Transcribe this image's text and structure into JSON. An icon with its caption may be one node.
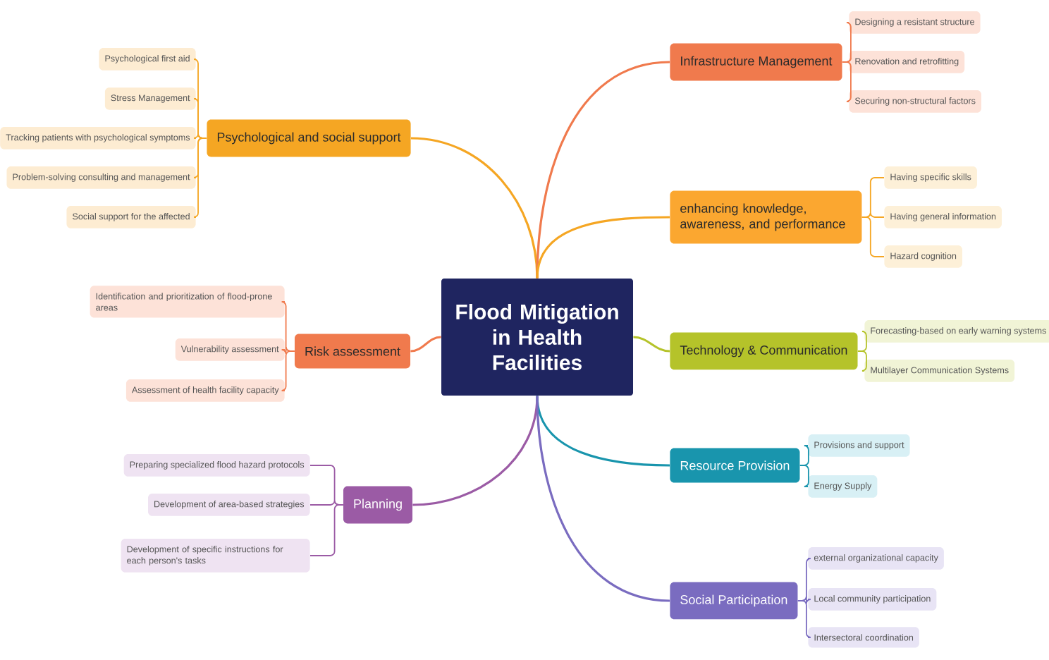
{
  "diagram": {
    "nodes": [
      {
        "text": [
          "Flood Mitigation in Health Facilities"
        ]
      },
      {
        "text": [
          "Psychological and social support"
        ]
      },
      {
        "text": [
          "Psychological first aid"
        ]
      },
      {
        "text": [
          "Stress Management"
        ]
      },
      {
        "text": [
          "Tracking patients with psychological symptoms"
        ]
      },
      {
        "text": [
          "Problem-solving consulting and management"
        ]
      },
      {
        "text": [
          "Social support for the affected"
        ]
      },
      {
        "text": [
          "Risk assessment"
        ]
      },
      {
        "text": [
          "Identification and prioritization of flood-prone areas"
        ]
      },
      {
        "text": [
          "Vulnerability assessment"
        ]
      },
      {
        "text": [
          "Assessment of health facility capacity"
        ]
      },
      {
        "text": [
          "Planning"
        ]
      },
      {
        "text": [
          "Preparing specialized flood hazard protocols"
        ]
      },
      {
        "text": [
          "Development of area-based strategies"
        ]
      },
      {
        "text": [
          "Development of specific instructions for each person's tasks"
        ]
      },
      {
        "text": [
          "Infrastructure Management"
        ]
      },
      {
        "text": [
          "Designing a resistant structure"
        ]
      },
      {
        "text": [
          "Renovation and retrofitting"
        ]
      },
      {
        "text": [
          "Securing non-structural factors"
        ]
      },
      {
        "text": [
          "enhancing knowledge, awareness, and performance"
        ]
      },
      {
        "text": [
          "Having specific skills"
        ]
      },
      {
        "text": [
          "Having general information"
        ]
      },
      {
        "text": [
          "Hazard cognition"
        ]
      },
      {
        "text": [
          "Technology & Communication"
        ]
      },
      {
        "text": [
          "Forecasting-based on early warning systems"
        ]
      },
      {
        "text": [
          "Multilayer Communication Systems"
        ]
      },
      {
        "text": [
          "Resource Provision"
        ]
      },
      {
        "text": [
          "Provisions and support"
        ]
      },
      {
        "text": [
          "Energy Supply"
        ]
      },
      {
        "text": [
          "Social Participation"
        ]
      },
      {
        "text": [
          "external organizational capacity"
        ]
      },
      {
        "text": [
          "Local community participation"
        ]
      },
      {
        "text": [
          "Intersectoral coordination"
        ]
      }
    ],
    "edges": [
      {
        "from": 0,
        "to": 1,
        "arrow": "none",
        "color": "#f5a623"
      },
      {
        "from": 1,
        "to": 2,
        "arrow": "none",
        "color": "#f5a623"
      },
      {
        "from": 1,
        "to": 3,
        "arrow": "none",
        "color": "#f5a623"
      },
      {
        "from": 1,
        "to": 4,
        "arrow": "none",
        "color": "#f5a623"
      },
      {
        "from": 1,
        "to": 5,
        "arrow": "none",
        "color": "#f5a623"
      },
      {
        "from": 1,
        "to": 6,
        "arrow": "none",
        "color": "#f5a623"
      },
      {
        "from": 0,
        "to": 7,
        "arrow": "none",
        "color": "#f07a4d"
      },
      {
        "from": 7,
        "to": 8,
        "arrow": "none",
        "color": "#f07a4d"
      },
      {
        "from": 7,
        "to": 9,
        "arrow": "none",
        "color": "#f07a4d"
      },
      {
        "from": 7,
        "to": 10,
        "arrow": "none",
        "color": "#f07a4d"
      },
      {
        "from": 0,
        "to": 11,
        "arrow": "none",
        "color": "#9b5ba5"
      },
      {
        "from": 11,
        "to": 12,
        "arrow": "none",
        "color": "#9b5ba5"
      },
      {
        "from": 11,
        "to": 13,
        "arrow": "none",
        "color": "#9b5ba5"
      },
      {
        "from": 11,
        "to": 14,
        "arrow": "none",
        "color": "#9b5ba5"
      },
      {
        "from": 0,
        "to": 15,
        "arrow": "none",
        "color": "#f07a4d"
      },
      {
        "from": 15,
        "to": 16,
        "arrow": "none",
        "color": "#f07a4d"
      },
      {
        "from": 15,
        "to": 17,
        "arrow": "none",
        "color": "#f07a4d"
      },
      {
        "from": 15,
        "to": 18,
        "arrow": "none",
        "color": "#f07a4d"
      },
      {
        "from": 0,
        "to": 19,
        "arrow": "none",
        "color": "#f5a623"
      },
      {
        "from": 19,
        "to": 20,
        "arrow": "none",
        "color": "#f5a623"
      },
      {
        "from": 19,
        "to": 21,
        "arrow": "none",
        "color": "#f5a623"
      },
      {
        "from": 19,
        "to": 22,
        "arrow": "none",
        "color": "#f5a623"
      },
      {
        "from": 0,
        "to": 23,
        "arrow": "none",
        "color": "#b5c32a"
      },
      {
        "from": 23,
        "to": 24,
        "arrow": "none",
        "color": "#b5c32a"
      },
      {
        "from": 23,
        "to": 25,
        "arrow": "none",
        "color": "#b5c32a"
      },
      {
        "from": 0,
        "to": 26,
        "arrow": "none",
        "color": "#1995ad"
      },
      {
        "from": 26,
        "to": 27,
        "arrow": "none",
        "color": "#1995ad"
      },
      {
        "from": 26,
        "to": 28,
        "arrow": "none",
        "color": "#1995ad"
      },
      {
        "from": 0,
        "to": 29,
        "arrow": "none",
        "color": "#7a6cc0"
      },
      {
        "from": 29,
        "to": 30,
        "arrow": "none",
        "color": "#7a6cc0"
      },
      {
        "from": 29,
        "to": 31,
        "arrow": "none",
        "color": "#7a6cc0"
      },
      {
        "from": 29,
        "to": 32,
        "arrow": "none",
        "color": "#7a6cc0"
      }
    ]
  }
}
